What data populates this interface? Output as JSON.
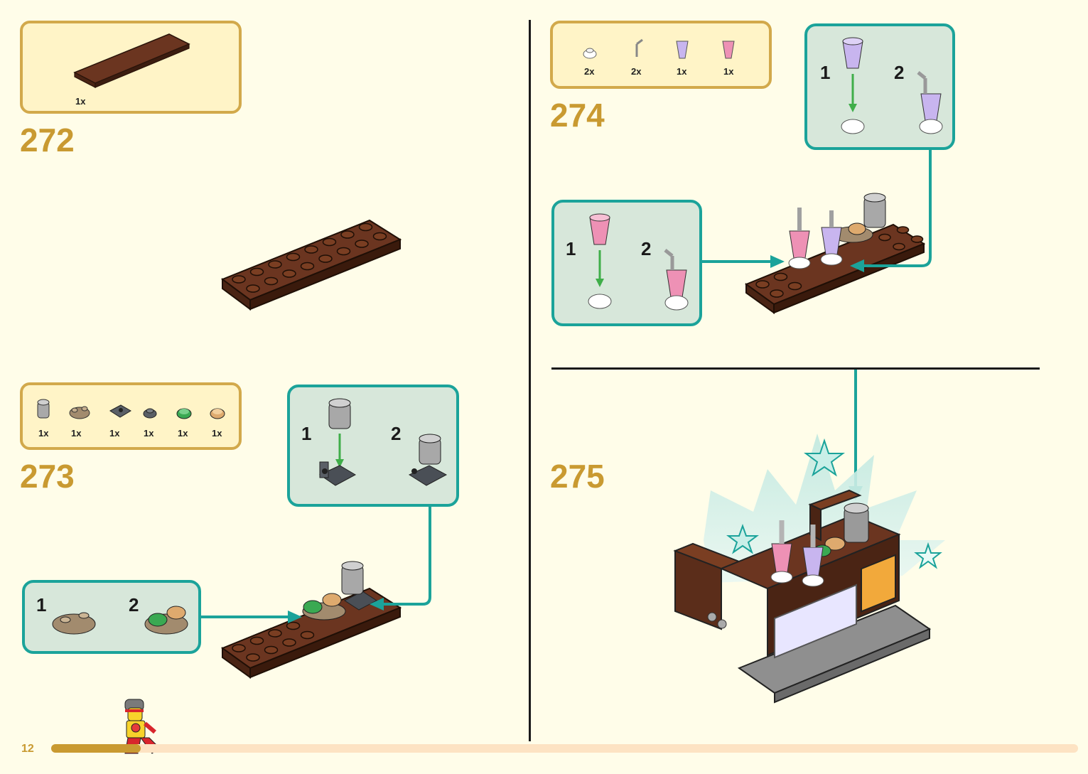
{
  "page": {
    "number": "12",
    "progress_fraction": 0.087
  },
  "steps": [
    {
      "id": "272",
      "number": "272",
      "parts": [
        {
          "qty": "1x",
          "name": "brown-plate-2x8"
        }
      ]
    },
    {
      "id": "273",
      "number": "273",
      "parts": [
        {
          "qty": "1x",
          "name": "grey-round-brick"
        },
        {
          "qty": "1x",
          "name": "tan-plate-1x2-round"
        },
        {
          "qty": "1x",
          "name": "dark-grey-bracket"
        },
        {
          "qty": "1x",
          "name": "dark-grey-round-plate"
        },
        {
          "qty": "1x",
          "name": "green-round-tile"
        },
        {
          "qty": "1x",
          "name": "tan-round-tile"
        }
      ],
      "callouts": [
        {
          "sub1": "1",
          "sub2": "2"
        },
        {
          "sub1": "1",
          "sub2": "2"
        }
      ]
    },
    {
      "id": "274",
      "number": "274",
      "parts": [
        {
          "qty": "2x",
          "name": "clear-round-plate"
        },
        {
          "qty": "2x",
          "name": "clear-straw"
        },
        {
          "qty": "1x",
          "name": "lavender-glitter-cone"
        },
        {
          "qty": "1x",
          "name": "pink-glitter-cone"
        }
      ],
      "callouts": [
        {
          "sub1": "1",
          "sub2": "2"
        },
        {
          "sub1": "1",
          "sub2": "2"
        }
      ]
    },
    {
      "id": "275",
      "number": "275"
    }
  ],
  "colors": {
    "background": "#fffde9",
    "accent_gold": "#c99a31",
    "teal": "#1ba39a",
    "brick_brown": "#6b3520",
    "parts_box_fill": "#fff4c7"
  }
}
